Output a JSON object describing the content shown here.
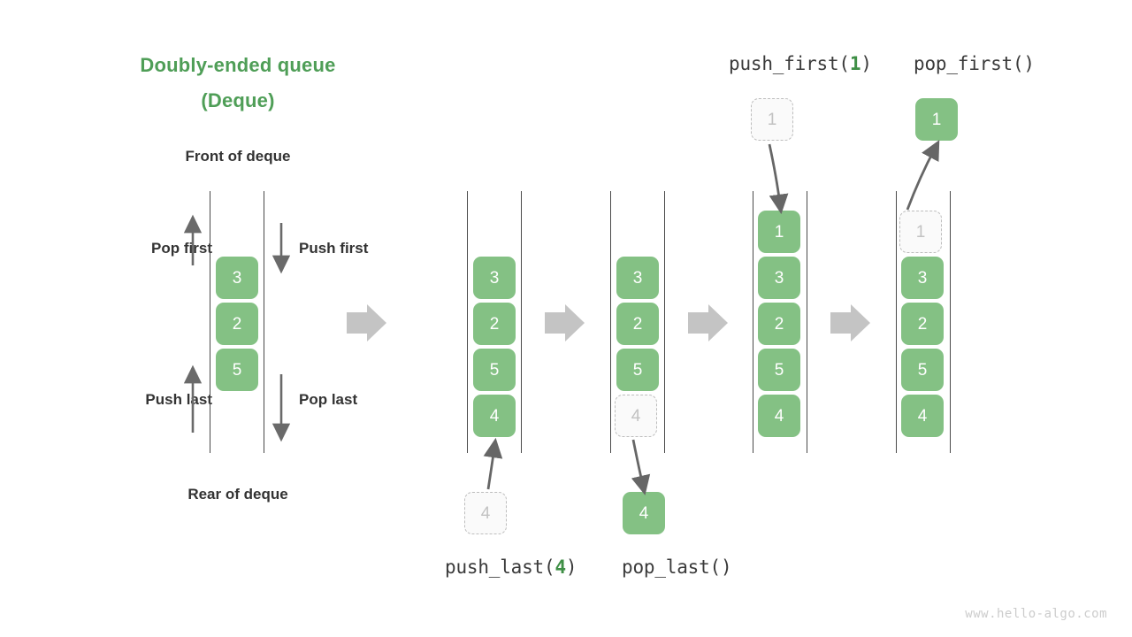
{
  "title": {
    "line1": "Doubly-ended queue",
    "line2": "(Deque)",
    "color": "#4f9e57"
  },
  "captions": {
    "front": "Front of deque",
    "rear": "Rear of deque"
  },
  "left_panel_ops": {
    "pop_first": "Pop first",
    "push_first": "Push first",
    "push_last": "Push last",
    "pop_last": "Pop last"
  },
  "function_labels": {
    "push_last": {
      "name": "push_last(",
      "arg": "4",
      "close": ")"
    },
    "pop_last": {
      "name": "pop_last()",
      "arg": "",
      "close": ""
    },
    "push_first": {
      "name": "push_first(",
      "arg": "1",
      "close": ")"
    },
    "pop_first": {
      "name": "pop_first()",
      "arg": "",
      "close": ""
    }
  },
  "panels": [
    {
      "id": "initial-deque",
      "items": [
        {
          "value": "3",
          "state": "filled"
        },
        {
          "value": "2",
          "state": "filled"
        },
        {
          "value": "5",
          "state": "filled"
        }
      ],
      "external": []
    },
    {
      "id": "after-push-last",
      "items": [
        {
          "value": "3",
          "state": "filled"
        },
        {
          "value": "2",
          "state": "filled"
        },
        {
          "value": "5",
          "state": "filled"
        },
        {
          "value": "4",
          "state": "filled"
        }
      ],
      "external": [
        {
          "value": "4",
          "state": "ghost",
          "position": "below"
        }
      ]
    },
    {
      "id": "after-pop-last",
      "items": [
        {
          "value": "3",
          "state": "filled"
        },
        {
          "value": "2",
          "state": "filled"
        },
        {
          "value": "5",
          "state": "filled"
        },
        {
          "value": "4",
          "state": "ghost"
        }
      ],
      "external": [
        {
          "value": "4",
          "state": "filled",
          "position": "below"
        }
      ]
    },
    {
      "id": "after-push-first",
      "items": [
        {
          "value": "1",
          "state": "filled"
        },
        {
          "value": "3",
          "state": "filled"
        },
        {
          "value": "2",
          "state": "filled"
        },
        {
          "value": "5",
          "state": "filled"
        },
        {
          "value": "4",
          "state": "filled"
        }
      ],
      "external": [
        {
          "value": "1",
          "state": "ghost",
          "position": "above"
        }
      ]
    },
    {
      "id": "after-pop-first",
      "items": [
        {
          "value": "1",
          "state": "ghost"
        },
        {
          "value": "3",
          "state": "filled"
        },
        {
          "value": "2",
          "state": "filled"
        },
        {
          "value": "5",
          "state": "filled"
        },
        {
          "value": "4",
          "state": "filled"
        }
      ],
      "external": [
        {
          "value": "1",
          "state": "filled",
          "position": "above"
        }
      ]
    }
  ],
  "colors": {
    "box_fill": "#84c184",
    "box_text": "#ffffff",
    "ghost_fill": "#fafafa",
    "ghost_border": "#bdbdbd",
    "ghost_text": "#c2c2c2",
    "rail": "#4a4a4a",
    "flow_arrow": "#c4c4c4",
    "motion_arrow": "#666666",
    "title_green": "#4f9e57",
    "label_text": "#333333"
  },
  "watermark": "www.hello-algo.com"
}
